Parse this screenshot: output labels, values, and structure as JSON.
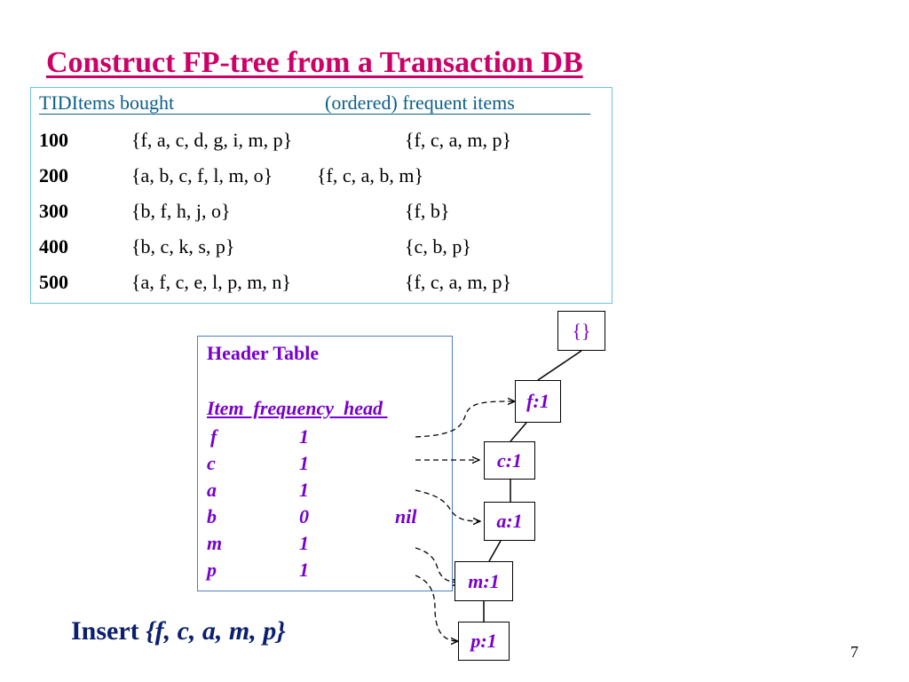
{
  "title": "Construct FP-tree from a Transaction DB",
  "transactions": {
    "header_tid_items": "TIDItems bought",
    "header_frequent": "(ordered) frequent items",
    "rows": [
      {
        "tid": "100",
        "items": "{f, a, c, d, g, i, m, p}",
        "frequent": "{f, c, a, m, p}"
      },
      {
        "tid": "200",
        "items": "{a, b, c, f, l, m, o}",
        "frequent": "{f, c, a, b, m}"
      },
      {
        "tid": "300",
        "items": "{b, f, h, j, o}",
        "frequent": "{f, b}"
      },
      {
        "tid": "400",
        "items": "{b, c, k, s, p}",
        "frequent": "{c, b, p}"
      },
      {
        "tid": "500",
        "items": "{a, f, c, e, l, p, m, n}",
        "frequent": "{f, c, a, m, p}"
      }
    ]
  },
  "header_table": {
    "title": "Header Table",
    "columns": "Item  frequency  head ",
    "rows": [
      {
        "item": "f",
        "frequency": "1",
        "head": ""
      },
      {
        "item": "c",
        "frequency": "1",
        "head": ""
      },
      {
        "item": "a",
        "frequency": "1",
        "head": ""
      },
      {
        "item": "b",
        "frequency": "0",
        "head": "nil"
      },
      {
        "item": "m",
        "frequency": "1",
        "head": ""
      },
      {
        "item": "p",
        "frequency": "1",
        "head": ""
      }
    ]
  },
  "tree": {
    "root": "{}",
    "nodes": [
      "f:1",
      "c:1",
      "a:1",
      "m:1",
      "p:1"
    ]
  },
  "insert": {
    "label": "Insert",
    "items": "{f, c, a, m, p}"
  },
  "page_number": "7",
  "colors": {
    "title": "#cc0066",
    "table_header": "#0b5e8a",
    "header_table_text": "#7700cc",
    "insert_text": "#0b1f6e",
    "tx_border": "#6ec1d6",
    "header_border": "#4f7fc0"
  }
}
